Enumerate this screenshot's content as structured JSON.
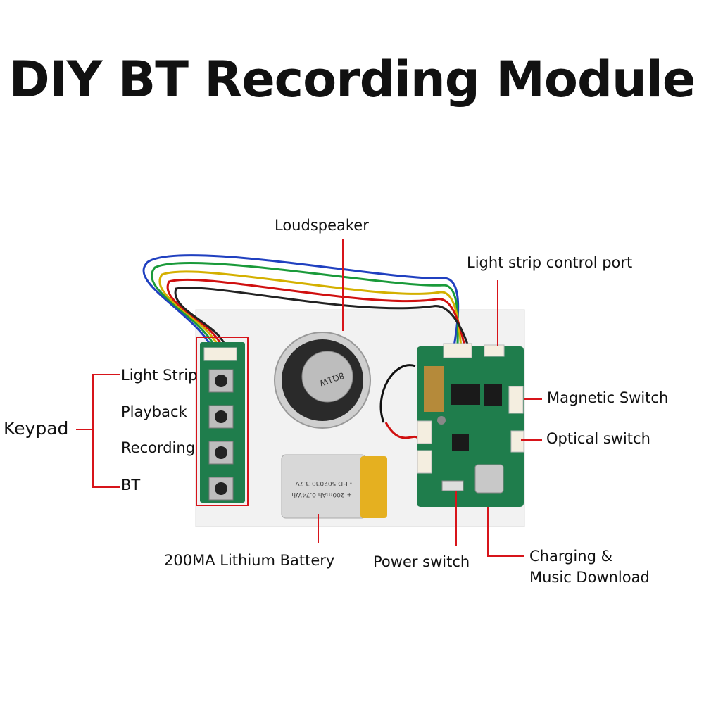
{
  "title": "DIY BT Recording Module",
  "colors": {
    "callout_line": "#d7141a",
    "pcb": "#1f7d4c",
    "board": "#f2f2f2"
  },
  "labels": {
    "loudspeaker": "Loudspeaker",
    "light_strip_port": "Light strip control port",
    "magnetic_switch": "Magnetic Switch",
    "optical_switch": "Optical switch",
    "charging_line1": "Charging &",
    "charging_line2": "Music Download",
    "power_switch": "Power switch",
    "battery": "200MA Lithium Battery",
    "keypad": "Keypad",
    "keys": [
      "Light Strip",
      "Playback",
      "Recording",
      "BT"
    ]
  },
  "battery_print": {
    "line1": "+ 200mAh 0.74Wh",
    "line2": "- HD 502030 3.7V"
  },
  "speaker_print": "8Ω1W"
}
